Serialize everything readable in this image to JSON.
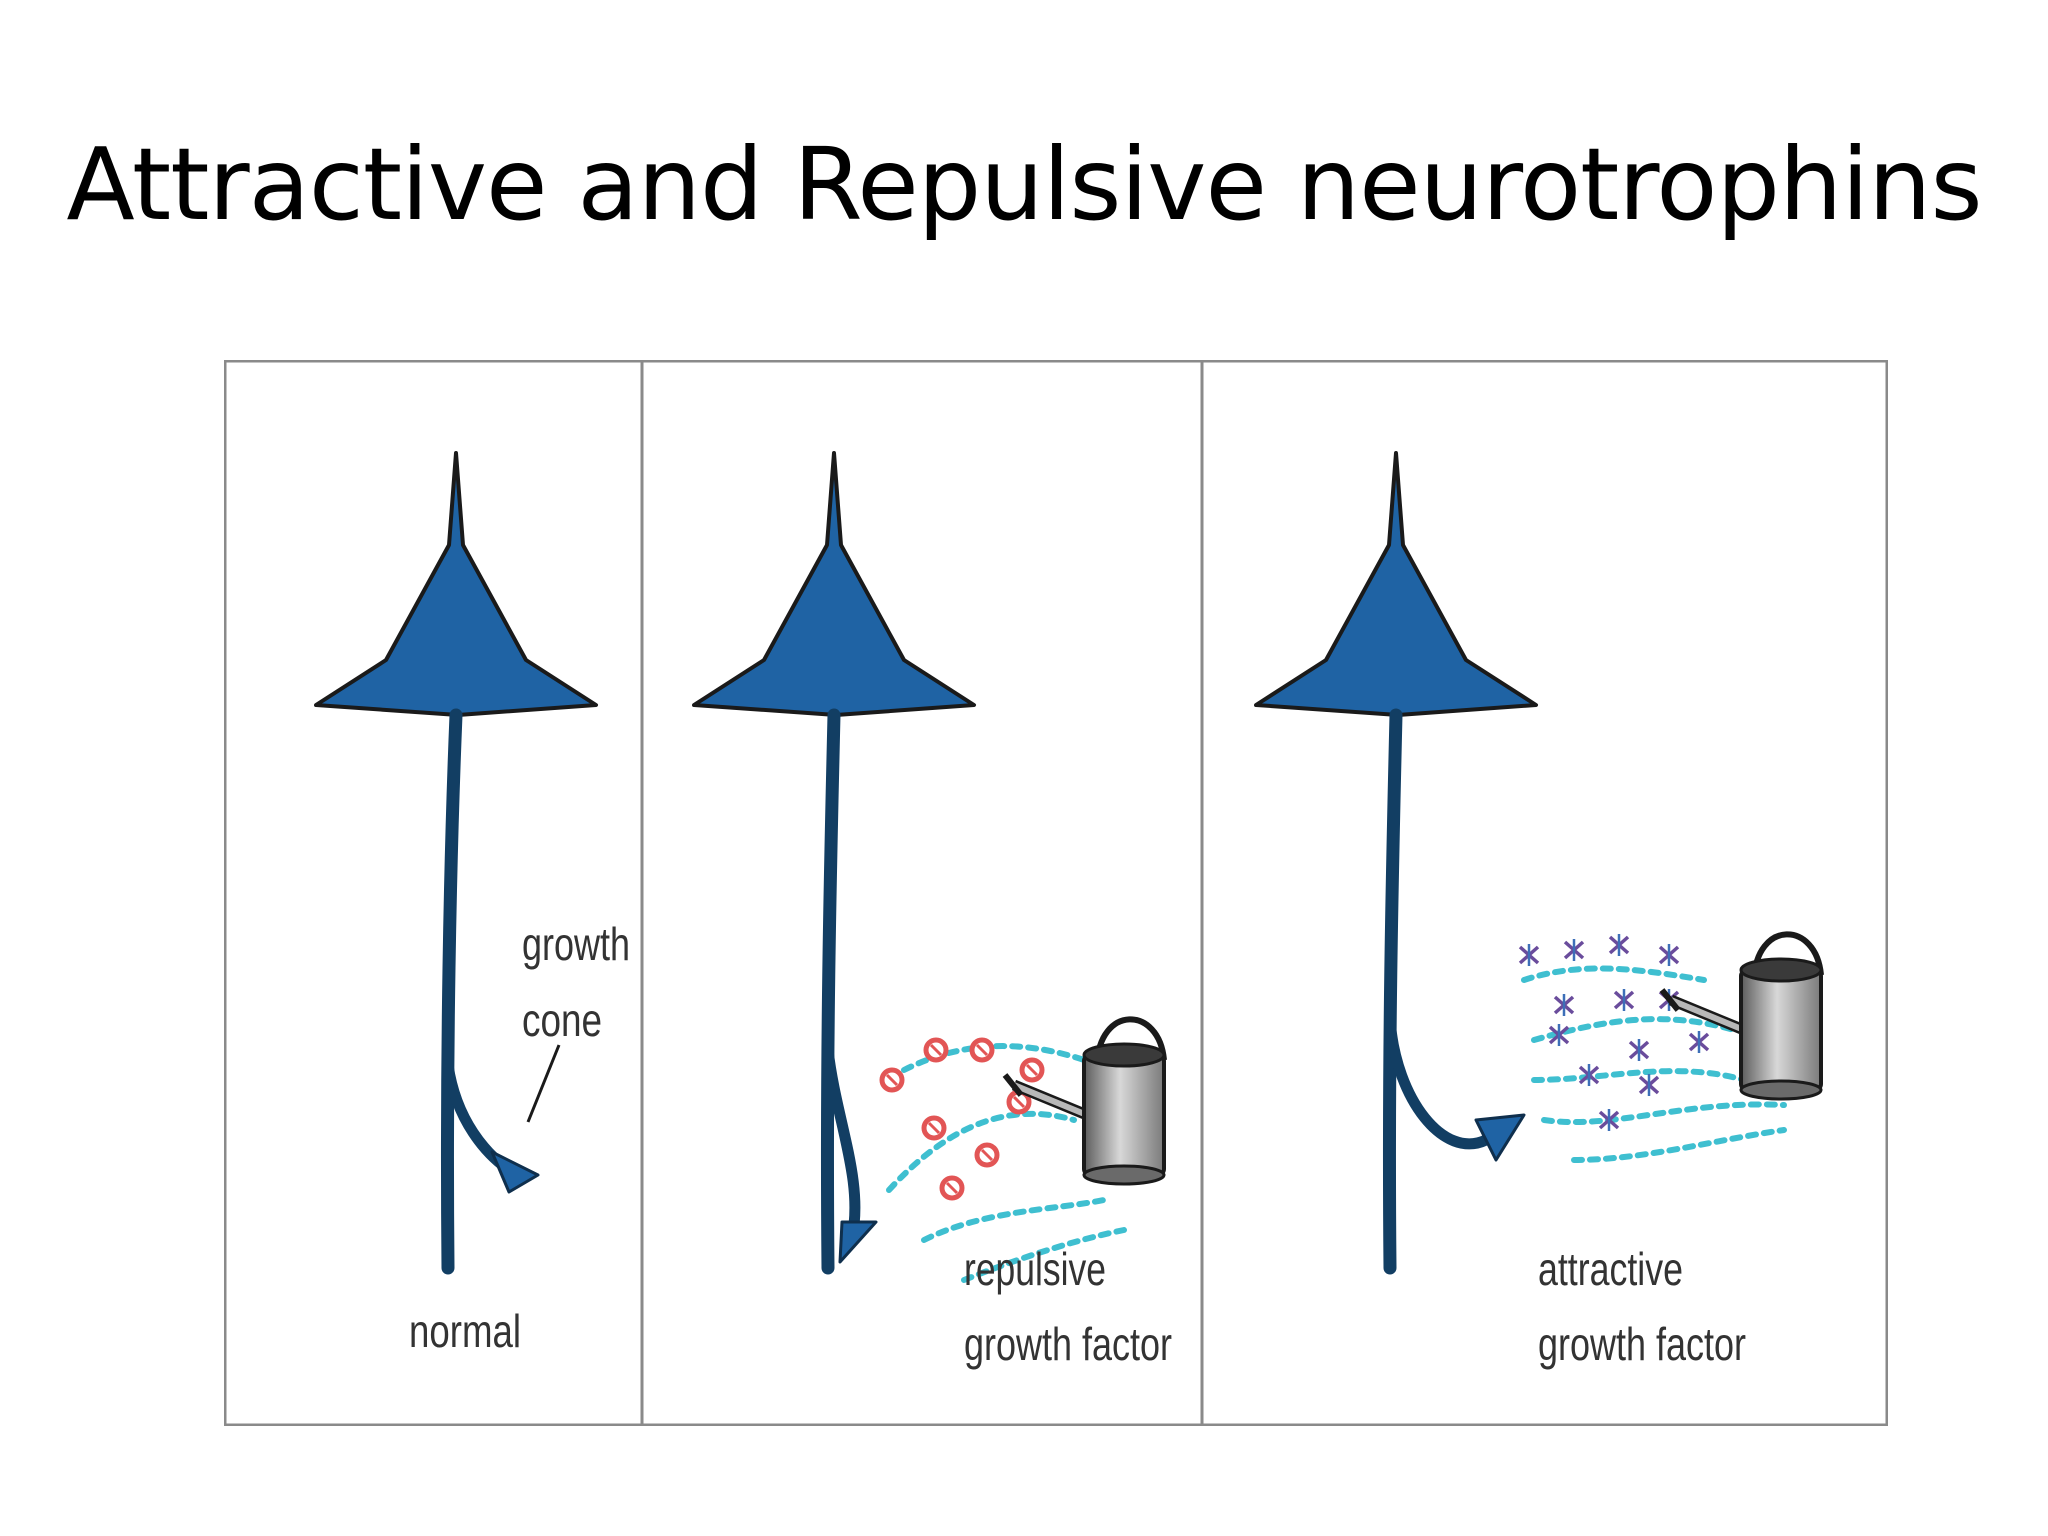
{
  "slide": {
    "title": "Attractive and Repulsive neurotrophins"
  },
  "panels": [
    {
      "id": "normal",
      "labels": [
        "normal"
      ],
      "annotation": [
        "growth",
        "cone"
      ]
    },
    {
      "id": "repulsive",
      "labels": [
        "repulsive",
        "growth factor"
      ]
    },
    {
      "id": "attractive",
      "labels": [
        "attractive",
        "growth factor"
      ]
    }
  ],
  "colors": {
    "neuron_fill": "#1f63a4",
    "neuron_outline": "#1a1a1a",
    "axon": "#123e63",
    "repulsive_particle": "#e25555",
    "attractive_particle": "#6a4c9c",
    "spray_dots": "#3fbfd0",
    "watering_can": "#8e8e8e",
    "panel_border": "#8a8a8a",
    "label_text": "#333333"
  }
}
